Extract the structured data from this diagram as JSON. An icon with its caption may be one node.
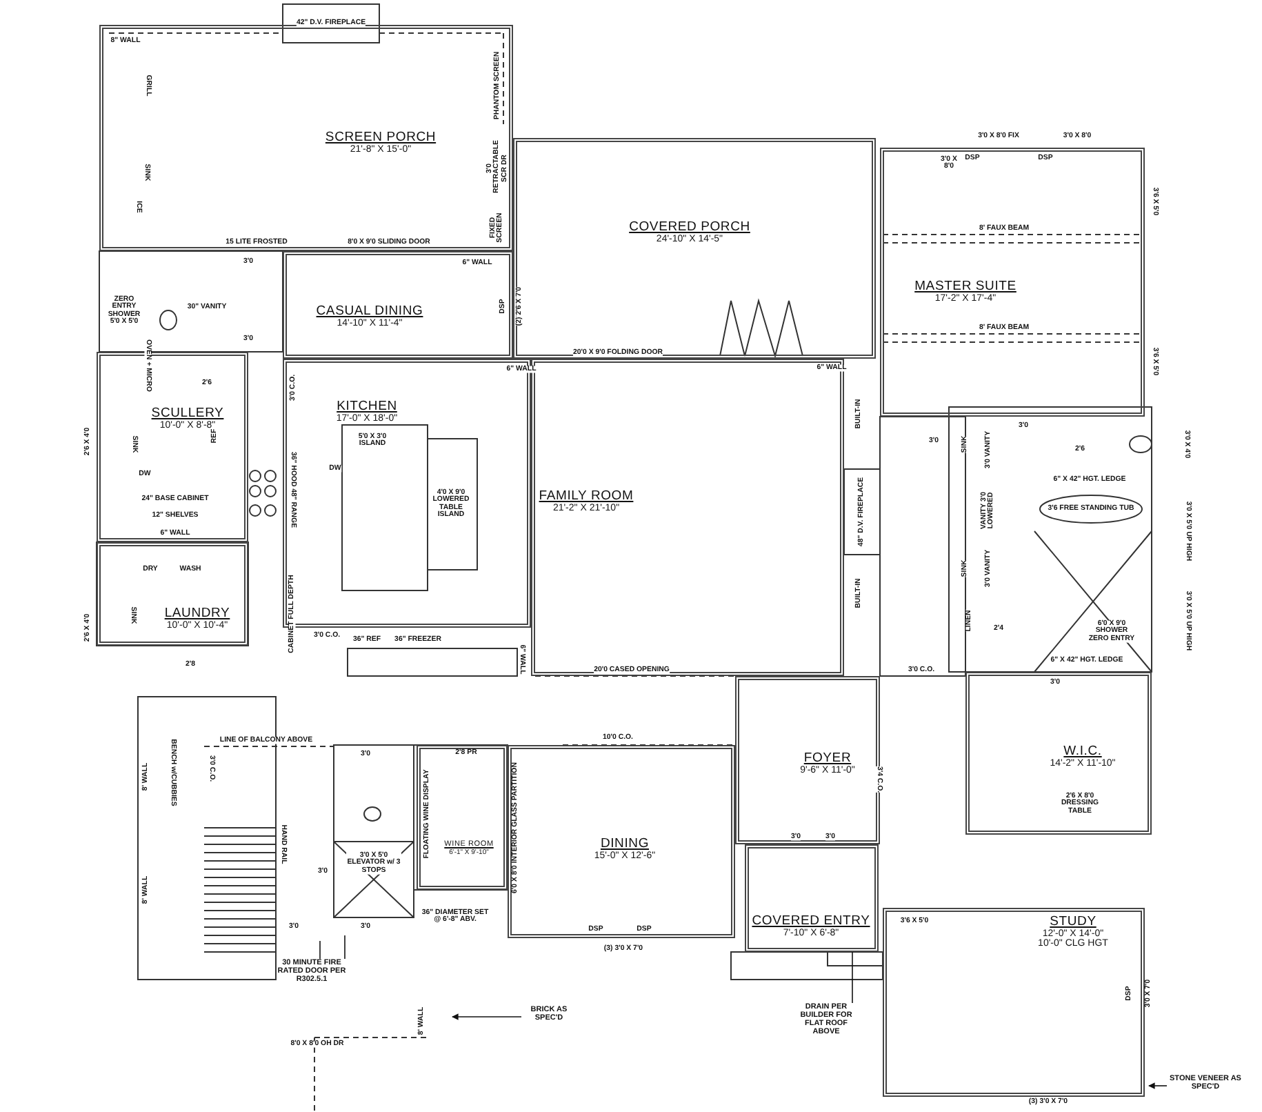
{
  "diagram": {
    "nodes": [
      {
        "text": [
          "SCREEN PORCH",
          "21'-8\" X 15'-0\""
        ]
      },
      {
        "text": [
          "COVERED PORCH",
          "24'-10\" X 14'-5\""
        ]
      },
      {
        "text": [
          "CASUAL DINING",
          "14'-10\" X 11'-4\""
        ]
      },
      {
        "text": [
          "KITCHEN",
          "17'-0\" X 18'-0\""
        ]
      },
      {
        "text": [
          "SCULLERY",
          "10'-0\" X 8'-8\""
        ]
      },
      {
        "text": [
          "LAUNDRY",
          "10'-0\" X 10'-4\""
        ]
      },
      {
        "text": [
          "FAMILY ROOM",
          "21'-2\" X 21'-10\""
        ]
      },
      {
        "text": [
          "MASTER SUITE",
          "17'-2\" X 17'-4\""
        ]
      },
      {
        "text": [
          "W.I.C.",
          "14'-2\" X 11'-10\""
        ]
      },
      {
        "text": [
          "FOYER",
          "9'-6\" X 11'-0\""
        ]
      },
      {
        "text": [
          "DINING",
          "15'-0\" X 12'-6\""
        ]
      },
      {
        "text": [
          "COVERED ENTRY",
          "7'-10\" X 6'-8\""
        ]
      },
      {
        "text": [
          "STUDY",
          "12'-0\" X 14'-0\"",
          "10'-0\" CLG HGT"
        ]
      },
      {
        "text": [
          "WINE ROOM",
          "6'-1\" X 9'-10\""
        ]
      },
      {
        "text": [
          "30 MINUTE FIRE RATED DOOR PER R302.5.1"
        ]
      },
      {
        "text": [
          "BRICK AS SPEC'D"
        ]
      },
      {
        "text": [
          "DRAIN PER BUILDER FOR FLAT ROOF ABOVE"
        ]
      },
      {
        "text": [
          "STONE VENEER AS SPEC'D"
        ]
      }
    ],
    "edges": [
      {
        "from": 14,
        "to": null,
        "arrow": "none"
      },
      {
        "from": 14,
        "to": null,
        "arrow": "none"
      },
      {
        "from": 15,
        "to": null,
        "arrow": "to"
      },
      {
        "from": 16,
        "to": 11,
        "arrow": "none"
      },
      {
        "from": 17,
        "to": null,
        "arrow": "to"
      }
    ],
    "labels": [
      "42\" D.V. FIREPLACE",
      "8\" WALL",
      "GRILL",
      "SINK",
      "ICE",
      "PHANTOM SCREEN",
      "3'0 RETRACTABLE SCR DR",
      "FIXED SCREEN",
      "15 LITE FROSTED",
      "3'0",
      "8'0 X 9'0 SLIDING DOOR",
      "6\" WALL",
      "ZERO ENTRY SHOWER 5'0 X 5'0",
      "30\" VANITY",
      "3'0",
      "DSP",
      "(2) 2'6 X 7'0",
      "20'0 X 9'0 FOLDING DOOR",
      "6\" WALL",
      "6\" WALL",
      "3'0 X 8'0 FIX",
      "3'0 X 8'0",
      "3'0 X 8'0",
      "DSP",
      "DSP",
      "3'6 X 5'0",
      "8' FAUX BEAM",
      "8' FAUX BEAM",
      "3'6 X 5'0",
      "OVEN + MICRO",
      "2'6",
      "3'0 C.O.",
      "2'6 X 4'0",
      "SINK",
      "REF",
      "BUILT-IN",
      "3'0",
      "3'0",
      "2'6",
      "3'0 X 4'0",
      "DW",
      "5'0 X 3'0 ISLAND",
      "DW",
      "4'0 X 9'0 LOWERED TABLE ISLAND",
      "36\" HOOD 48\" RANGE",
      "24\" BASE CABINET",
      "12\" SHELVES",
      "6\" WALL",
      "48\" D.V. FIREPLACE",
      "SINK",
      "3'0 VANITY",
      "VANITY 3'0 LOWERED",
      "SINK",
      "3'0 VANITY",
      "6\" X 42\" HGT. LEDGE",
      "3'6 FREE STANDING TUB",
      "3'0 X 5'0 UP HIGH",
      "3'0 X 5'0 UP HIGH",
      "6'0 X 9'0 SHOWER ZERO ENTRY",
      "6\" X 42\" HGT. LEDGE",
      "BUILT-IN",
      "DRY",
      "WASH",
      "2'6 X 4'0",
      "SINK",
      "CABINET FULL DEPTH",
      "LINEN",
      "2'4",
      "3'0 C.O.",
      "36\" REF",
      "36\" FREEZER",
      "6\" WALL",
      "2'8",
      "20'0 CASED OPENING",
      "3'0 C.O.",
      "3'0",
      "LINE OF BALCONY ABOVE",
      "8' WALL",
      "BENCH w/CUBBIES",
      "3'0 C.O.",
      "3'0",
      "2'8 PR",
      "10'0 C.O.",
      "3'4 C.O.",
      "FLOATING WINE DISPLAY",
      "2'6 X 8'0 DRESSING TABLE",
      "6'0 X 8'0 INTERIOR GLASS PARTITION",
      "3'0 X 5'0 ELEVATOR w/ 3 STOPS",
      "HAND RAIL",
      "3'0",
      "8' WALL",
      "3'0",
      "3'0",
      "36\" DIAMETER SET @ 6'-8\" ABV.",
      "DSP",
      "DSP",
      "(3) 3'0 X 7'0",
      "3'0",
      "3'0",
      "3'6 X 5'0",
      "DSP",
      "3'0 X 7'0",
      "8' WALL",
      "8'0 X 8'0 OH DR",
      "(3) 3'0 X 7'0"
    ]
  }
}
